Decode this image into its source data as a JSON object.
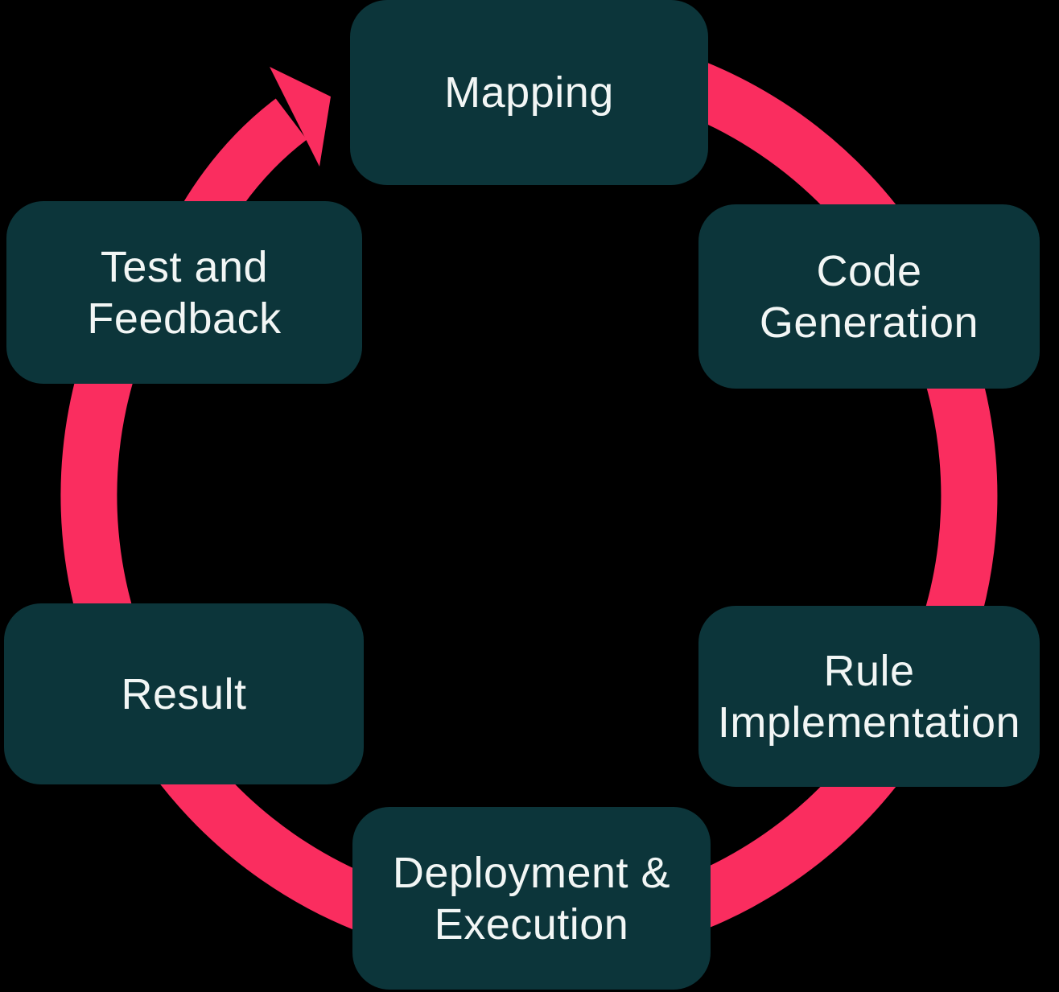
{
  "diagram": {
    "type": "cycle",
    "background_color": "#000000",
    "node_color": "#0c353a",
    "text_color": "#f2f6f5",
    "arrow_color": "#fa2d5f",
    "steps": [
      {
        "id": "mapping",
        "label": "Mapping",
        "lines": [
          "Mapping"
        ]
      },
      {
        "id": "code-generation",
        "label": "Code Generation",
        "lines": [
          "Code",
          "Generation"
        ]
      },
      {
        "id": "rule-implementation",
        "label": "Rule Implementation",
        "lines": [
          "Rule",
          "Implementation"
        ]
      },
      {
        "id": "deployment-execution",
        "label": "Deployment & Execution",
        "lines": [
          "Deployment &",
          "Execution"
        ]
      },
      {
        "id": "result",
        "label": "Result",
        "lines": [
          "Result"
        ]
      },
      {
        "id": "test-and-feedback",
        "label": "Test and Feedback",
        "lines": [
          "Test and",
          "Feedback"
        ]
      }
    ]
  }
}
